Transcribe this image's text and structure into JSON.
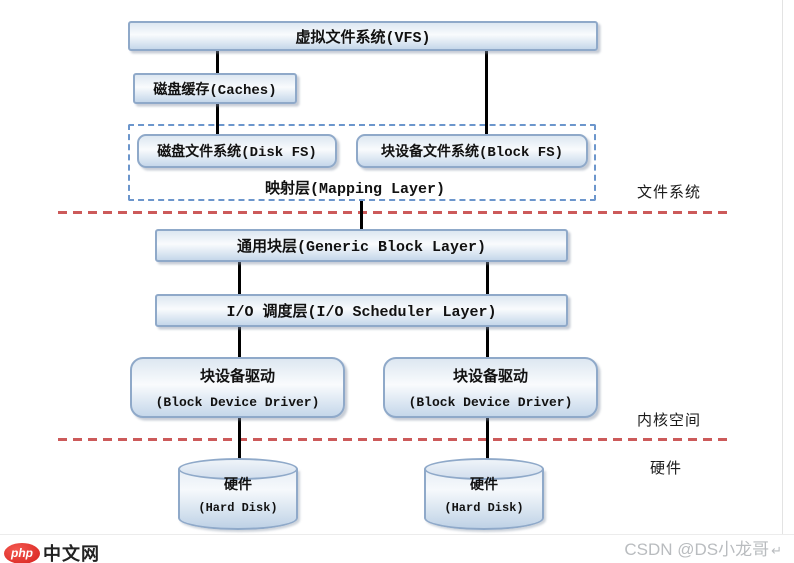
{
  "diagram": {
    "vfs": "虚拟文件系统(VFS)",
    "caches": "磁盘缓存(Caches)",
    "disk_fs": "磁盘文件系统(Disk FS)",
    "block_fs": "块设备文件系统(Block FS)",
    "mapping_layer": "映射层(Mapping Layer)",
    "generic_block_layer": "通用块层(Generic Block Layer)",
    "io_scheduler_layer": "I/O 调度层(I/O Scheduler Layer)",
    "block_driver_cn": "块设备驱动",
    "block_driver_en": "(Block Device Driver)",
    "hard_disk_cn": "硬件",
    "hard_disk_en": "(Hard Disk)"
  },
  "region_labels": {
    "file_system": "文件系统",
    "kernel_space": "内核空间",
    "hardware": "硬件"
  },
  "watermarks": {
    "php_badge": "php",
    "php_site": "中文网",
    "csdn": "CSDN @DS小龙哥",
    "return_symbol": "↵"
  },
  "colors": {
    "box_border": "#8fa9c9",
    "box_fill_top": "#dde7f1",
    "box_fill_bottom": "#c5d7ea",
    "red_dash": "#cc5a5a",
    "blue_dash": "#6c96cc",
    "connector": "#000000",
    "watermark_gray": "#b9bcbf",
    "php_red": "#d6201b"
  }
}
